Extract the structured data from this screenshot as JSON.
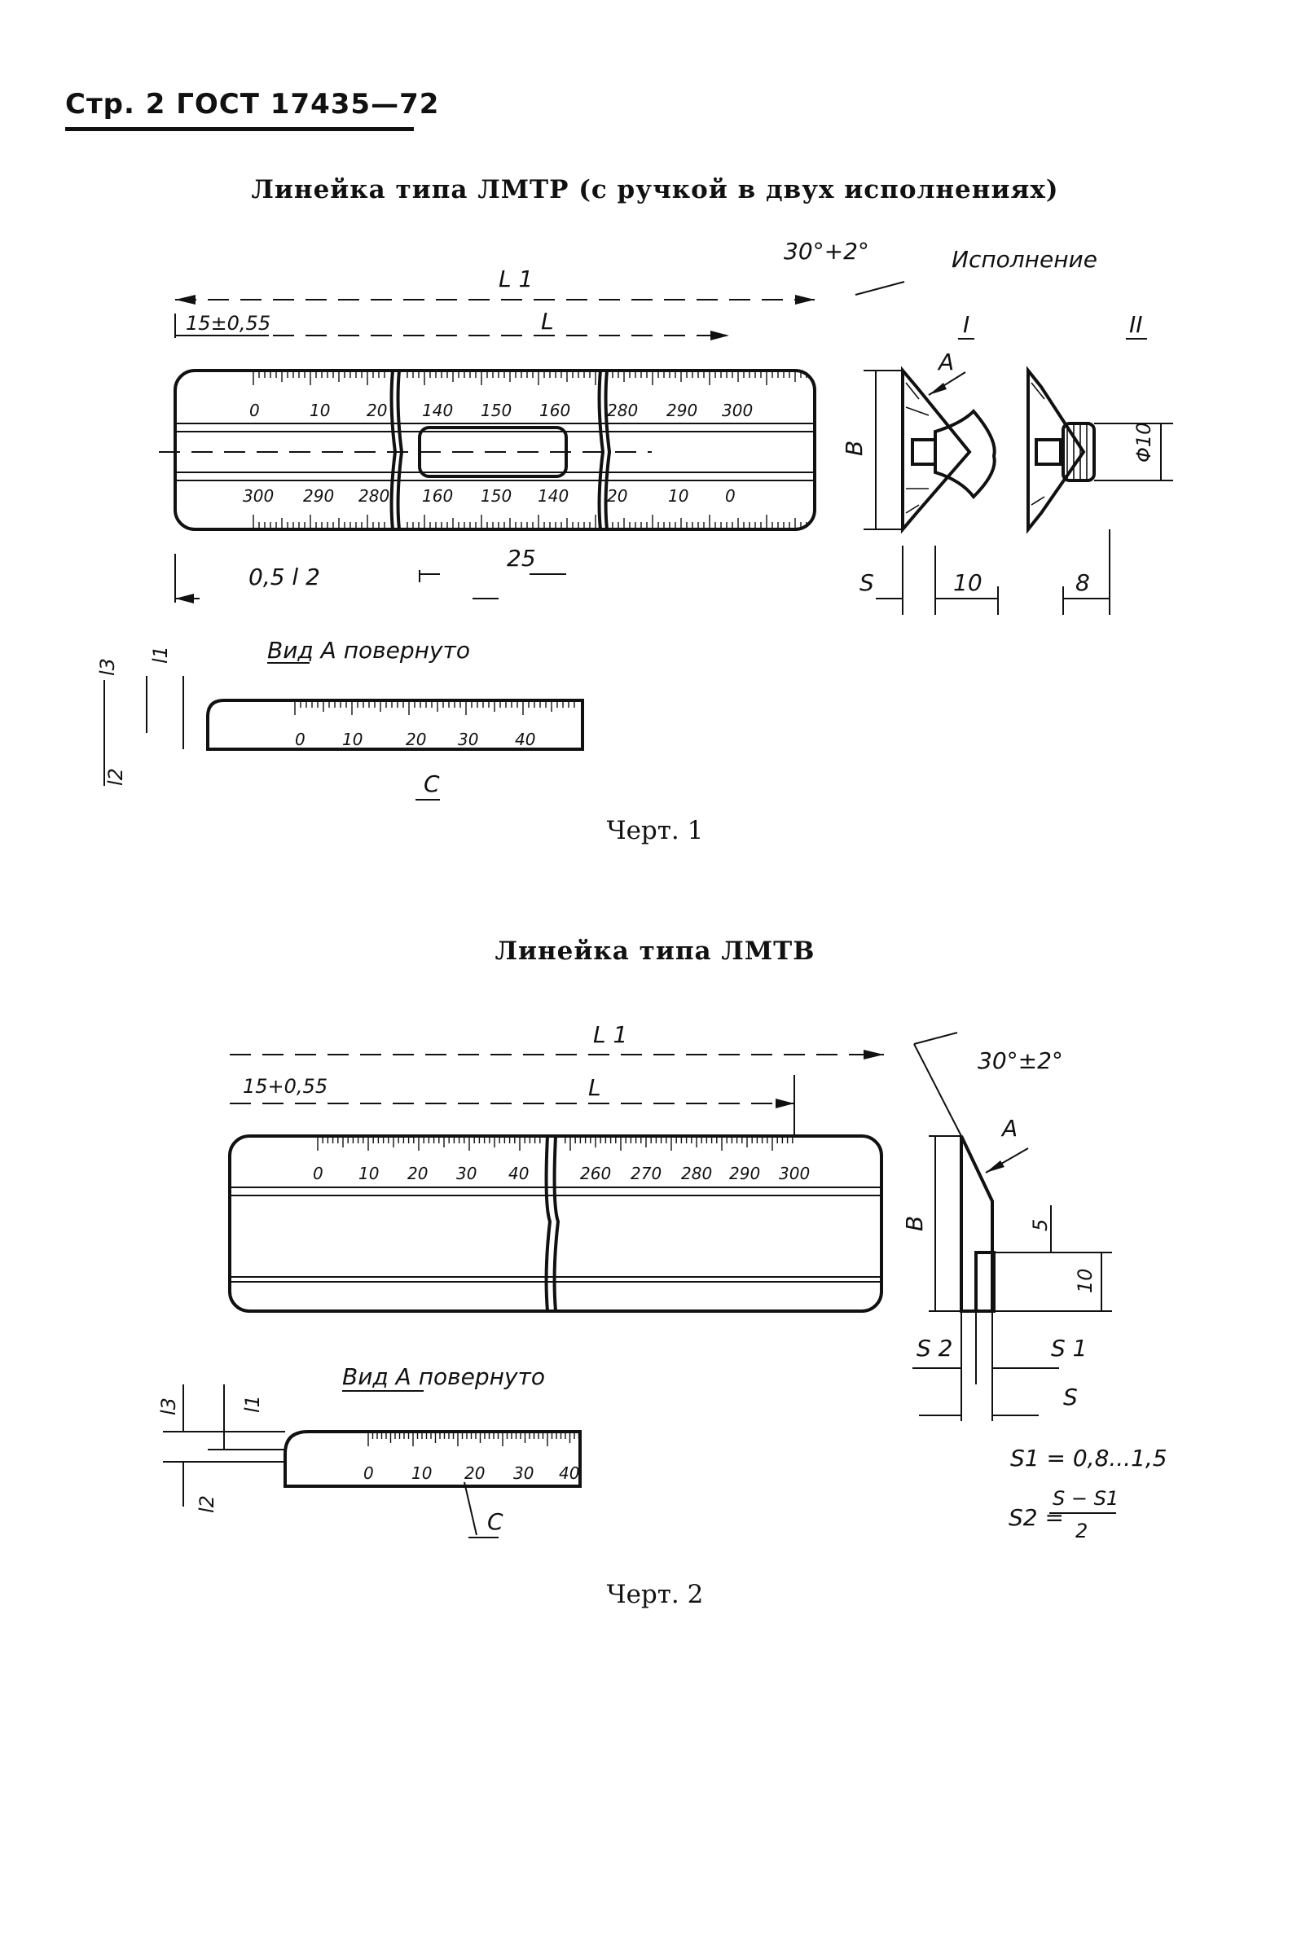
{
  "header": {
    "text": "Стр. 2 ГОСТ 17435—72"
  },
  "fig1": {
    "title": "Линейка типа ЛМТР (с ручкой в двух исполнениях)",
    "caption": "Черт. 1",
    "dims": {
      "L1": "L 1",
      "L": "L",
      "tol": "15±0,55",
      "angle": "30°+2°",
      "execution": "Исполнение",
      "exec1": "I",
      "exec2": "II",
      "A": "A",
      "B": "B",
      "S": "S",
      "ten": "10",
      "eight": "8",
      "phi10": "Φ10",
      "half_l2": "0,5 l 2",
      "twentyfive": "25"
    },
    "scale_top": [
      "0",
      "10",
      "20",
      "140",
      "150",
      "160",
      "280",
      "290",
      "300"
    ],
    "scale_bottom": [
      "300",
      "290",
      "280",
      "160",
      "150",
      "140",
      "20",
      "10",
      "0"
    ],
    "view": {
      "title": "Вид А повернуто",
      "labels": [
        "0",
        "10",
        "20",
        "30",
        "40"
      ],
      "C": "C",
      "l3": "l3",
      "l1": "l1",
      "l2": "l2"
    }
  },
  "fig2": {
    "title": "Линейка типа ЛМТВ",
    "caption": "Черт. 2",
    "dims": {
      "L1": "L 1",
      "L": "L",
      "tol": "15+0,55",
      "angle": "30°±2°",
      "A": "A",
      "B": "B",
      "five": "5",
      "ten": "10",
      "S2": "S 2",
      "S1": "S 1",
      "S": "S"
    },
    "scale_top": [
      "0",
      "10",
      "20",
      "30",
      "40",
      "260",
      "270",
      "280",
      "290",
      "300"
    ],
    "view": {
      "title": "Вид А повернуто",
      "labels": [
        "0",
        "10",
        "20",
        "30",
        "40"
      ],
      "C": "C",
      "l3": "l3",
      "l1": "l1",
      "l2": "l2"
    },
    "formula1": "S1 = 0,8...1,5",
    "formula2_lhs": "S2 =",
    "formula2_num": "S − S1",
    "formula2_den": "2"
  }
}
